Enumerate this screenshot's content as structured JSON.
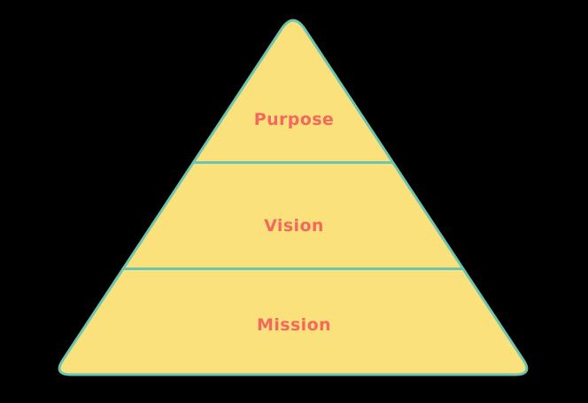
{
  "diagram": {
    "type": "pyramid",
    "levels": [
      {
        "label": "Purpose"
      },
      {
        "label": "Vision"
      },
      {
        "label": "Mission"
      }
    ],
    "colors": {
      "background": "#000000",
      "fill": "#FBE17C",
      "border": "#6BC5B1",
      "text": "#F4695C"
    }
  }
}
